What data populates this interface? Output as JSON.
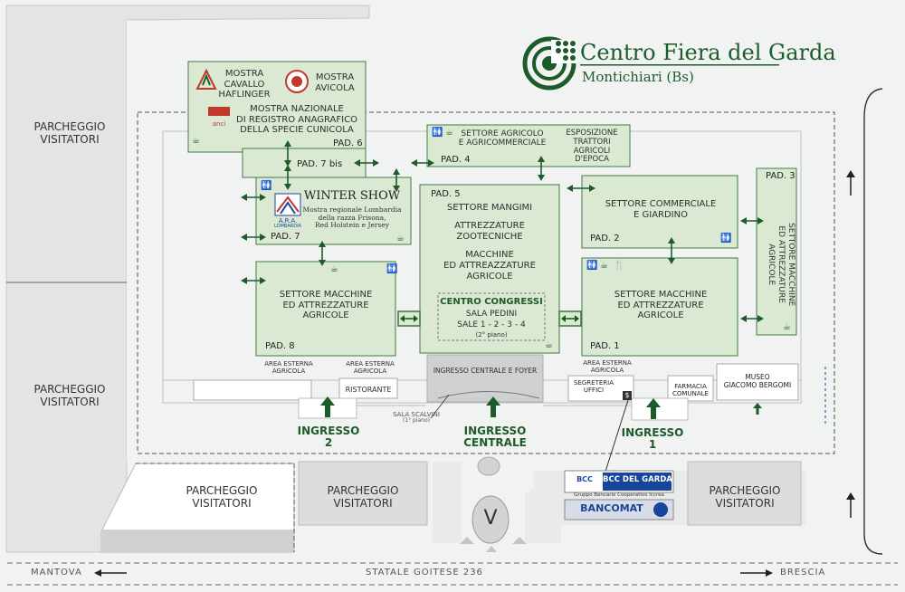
{
  "brand": {
    "title": "Centro Fiera del Garda",
    "subtitle": "Montichiari (Bs)",
    "colors": {
      "green": "#1d5b2b",
      "pavilion": "#dbe8d2",
      "ground": "#e3e4e5"
    }
  },
  "parking": {
    "top_left": [
      "PARCHEGGIO",
      "VISITATORI"
    ],
    "mid_left": [
      "PARCHEGGIO",
      "VISITATORI"
    ],
    "bottom_left": [
      "PARCHEGGIO",
      "VISITATORI"
    ],
    "bottom_center": [
      "PARCHEGGIO",
      "VISITATORI"
    ],
    "bottom_right": [
      "PARCHEGGIO",
      "VISITATORI"
    ]
  },
  "pavilions": {
    "pad6": {
      "label": "PAD. 6",
      "show1": [
        "MOSTRA",
        "CAVALLO",
        "HAFLINGER"
      ],
      "show2": [
        "MOSTRA",
        "AVICOLA"
      ],
      "show3": [
        "MOSTRA NAZIONALE",
        "DI REGISTRO ANAGRAFICO",
        "DELLA SPECIE CUNICOLA"
      ],
      "logo_text": "anci"
    },
    "pad7bis": {
      "label": "PAD. 7 bis"
    },
    "pad7": {
      "label": "PAD. 7",
      "title": "WINTER SHOW",
      "subtitle": [
        "Mostra regionale Lombardia",
        "della razza Frisona,",
        "Red Holstein e Jersey"
      ],
      "logo_text": [
        "A.R.A.",
        "LOMBARDIA"
      ]
    },
    "pad4": {
      "label": "PAD. 4",
      "sector": [
        "SETTORE AGRICOLO",
        "E AGRICOMMERCIALE"
      ],
      "expo": [
        "ESPOSIZIONE",
        "TRATTORI",
        "AGRICOLI",
        "D'EPOCA"
      ]
    },
    "pad5": {
      "label": "PAD. 5",
      "lines": [
        "SETTORE MANGIMI",
        "",
        "ATTREZZATURE",
        "ZOOTECNICHE",
        "",
        "MACCHINE",
        "ED ATTREAZZATURE",
        "AGRICOLE"
      ],
      "congress": {
        "title": "CENTRO CONGRESSI",
        "room": "SALA PEDINI",
        "rooms": "SALE 1 - 2 - 3 - 4",
        "floor": "(2° piano)"
      }
    },
    "pad2": {
      "label": "PAD. 2",
      "sector": [
        "SETTORE COMMERCIALE",
        "E GIARDINO"
      ]
    },
    "pad3": {
      "label": "PAD. 3",
      "sector": [
        "SETTORE MACCHINE",
        "ED ATTREZZATURE AGRICOLE"
      ]
    },
    "pad8": {
      "label": "PAD. 8",
      "sector": [
        "SETTORE MACCHINE",
        "ED ATTREZZATURE",
        "AGRICOLE"
      ]
    },
    "pad1": {
      "label": "PAD. 1",
      "sector": [
        "SETTORE MACCHINE",
        "ED ATTREZZATURE",
        "AGRICOLE"
      ]
    }
  },
  "areas": {
    "outdoor_left": [
      "AREA ESTERNA",
      "AGRICOLA"
    ],
    "outdoor_mid": [
      "AREA ESTERNA",
      "AGRICOLA"
    ],
    "outdoor_right": [
      "AREA ESTERNA",
      "AGRICOLA"
    ],
    "restaurant": "RISTORANTE",
    "foyer": "INGRESSO CENTRALE E FOYER",
    "sala_scalvini": [
      "SALA SCALVINI",
      "(1° piano)"
    ],
    "office": [
      "SEGRETERIA",
      "UFFICI"
    ],
    "pharmacy": [
      "FARMACIA",
      "COMUNALE"
    ],
    "museum": [
      "MUSEO",
      "GIACOMO BERGOMI"
    ]
  },
  "entrances": {
    "e2": [
      "INGRESSO",
      "2"
    ],
    "central": [
      "INGRESSO",
      "CENTRALE"
    ],
    "e1": [
      "INGRESSO",
      "1"
    ]
  },
  "bank": {
    "bcc_small": "BCC",
    "bcc_name": "BCC DEL GARDA",
    "group": "Gruppo Bancario Cooperativo Iccrea",
    "atm": "BANCOMAT"
  },
  "roads": {
    "left": "MANTOVA",
    "center": "STATALE GOITESE 236",
    "right": "BRESCIA",
    "roundabout_letter": "V"
  },
  "icons": {
    "toilets": "wc-icon",
    "cafe": "coffee-cup-icon",
    "restaurant": "cutlery-icon",
    "atm": "dollar-icon"
  }
}
